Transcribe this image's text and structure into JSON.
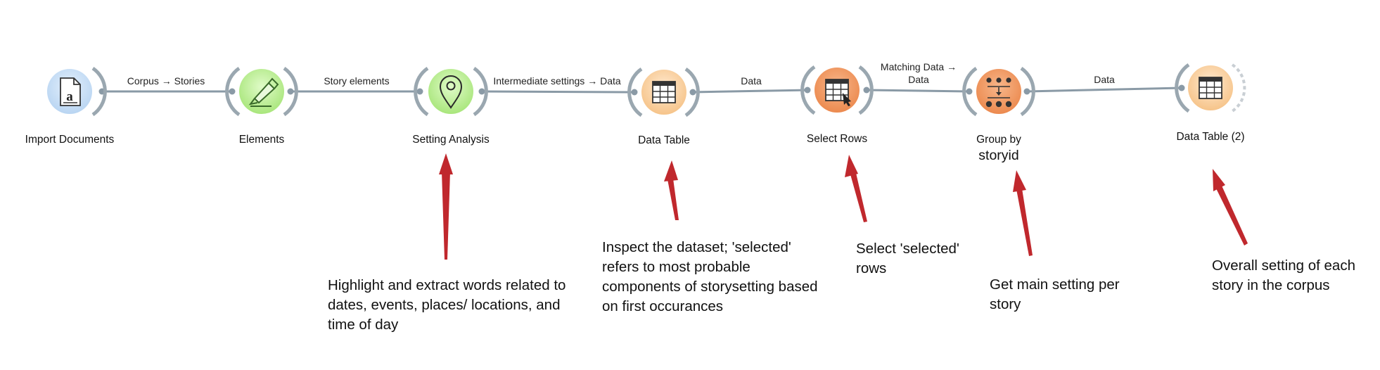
{
  "widgets": {
    "import_documents": {
      "label": "Import Documents",
      "icon": "document-icon"
    },
    "elements": {
      "label": "Elements",
      "icon": "highlighter-icon"
    },
    "setting_analysis": {
      "label": "Setting Analysis",
      "icon": "location-pin-icon"
    },
    "data_table": {
      "label": "Data Table",
      "icon": "table-icon"
    },
    "select_rows": {
      "label": "Select Rows",
      "icon": "select-rows-icon"
    },
    "group_by": {
      "label": "Group by",
      "sublabel": "storyid",
      "icon": "group-by-icon"
    },
    "data_table_2": {
      "label": "Data Table (2)",
      "icon": "table-icon"
    }
  },
  "links": {
    "l1": "Corpus → Stories",
    "l2": "Story elements",
    "l3": "Intermediate settings → Data",
    "l4": "Data",
    "l5_line1": "Matching Data →",
    "l5_line2": "Data",
    "l6": "Data"
  },
  "notes": {
    "setting": [
      "Highlight and extract words related to",
      "dates, events, places/ locations, and",
      "time of day"
    ],
    "table": [
      "Inspect the dataset; 'selected'",
      "refers to most probable",
      "components of storysetting based",
      "on first occurances"
    ],
    "select": [
      "Select 'selected'",
      "rows"
    ],
    "group": [
      "Get main setting per",
      "story"
    ],
    "final": [
      "Overall setting of each",
      "story in the corpus"
    ]
  },
  "colors": {
    "blue_node": "#cfe2f7",
    "green_node": "#c8f0a6",
    "peach_node": "#fbd7a8",
    "orange_node": "#f2a06c",
    "link": "#8a9aa6",
    "arrow": "#c0282d"
  }
}
